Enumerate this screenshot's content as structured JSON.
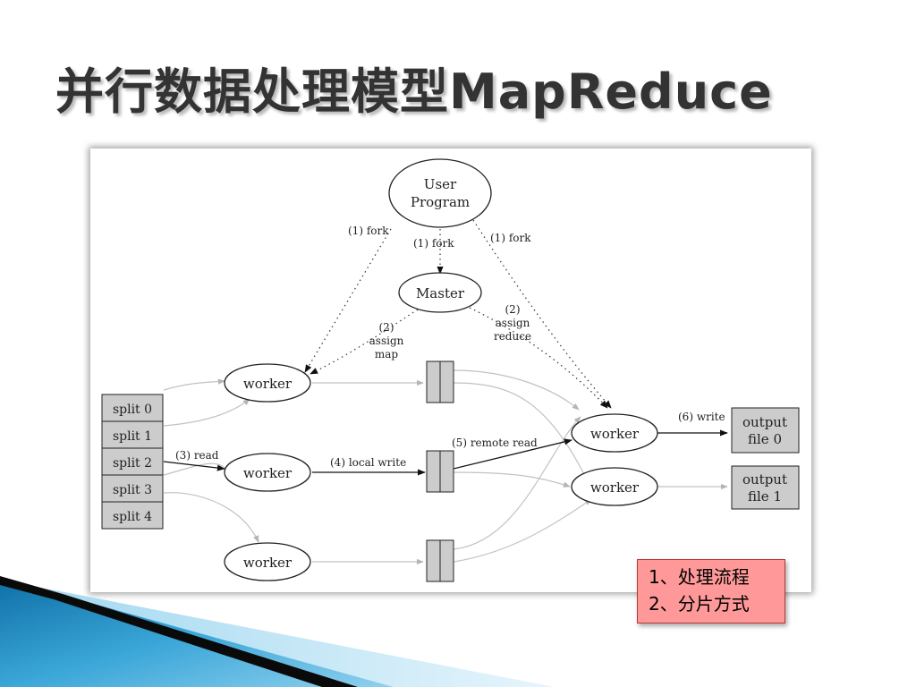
{
  "slide": {
    "title": "并行数据处理模型MapReduce"
  },
  "diagram": {
    "user_program": [
      "User",
      "Program"
    ],
    "master": "Master",
    "workers": [
      "worker",
      "worker",
      "worker",
      "worker",
      "worker"
    ],
    "splits": [
      "split 0",
      "split 1",
      "split 2",
      "split 3",
      "split 4"
    ],
    "outputs": [
      [
        "output",
        "file 0"
      ],
      [
        "output",
        "file 1"
      ]
    ],
    "edge_labels": {
      "fork_left": "(1) fork",
      "fork_center": "(1) fork",
      "fork_right": "(1) fork",
      "assign_map": [
        "(2)",
        "assign",
        "map"
      ],
      "assign_reduce": [
        "(2)",
        "assign",
        "reduce"
      ],
      "read": "(3) read",
      "local_write": "(4) local write",
      "remote_read": "(5) remote read",
      "write": "(6) write"
    }
  },
  "note": {
    "lines": [
      "1、处理流程",
      "2、分片方式"
    ]
  },
  "colors": {
    "note_bg": "#ff9999",
    "note_border": "#b33838",
    "box_fill": "#cccccc",
    "deco_blue": "#1f8cc2"
  }
}
